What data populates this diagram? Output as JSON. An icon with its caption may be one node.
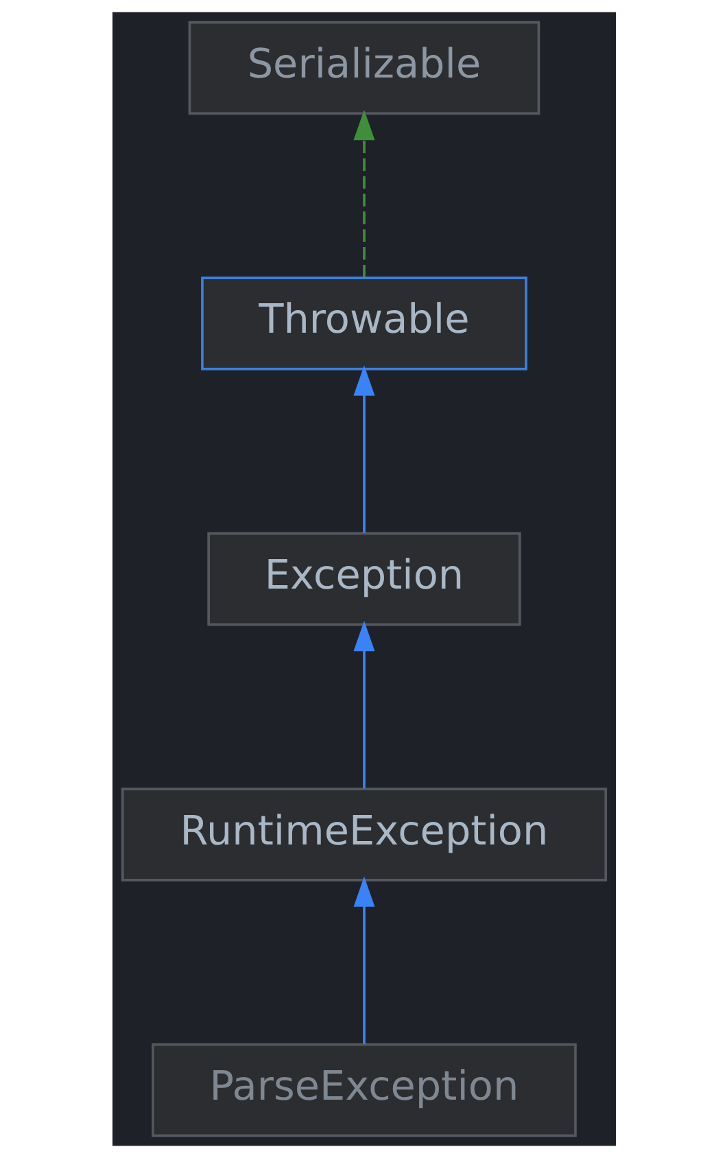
{
  "diagram": {
    "nodes": [
      {
        "text": [
          "Serializable"
        ]
      },
      {
        "text": [
          "Throwable"
        ]
      },
      {
        "text": [
          "Exception"
        ]
      },
      {
        "text": [
          "RuntimeException"
        ]
      },
      {
        "text": [
          "ParseException"
        ]
      }
    ],
    "edges": [
      {
        "from": 1,
        "to": 0,
        "arrow": "to",
        "style": "dashed",
        "color": "#3f8f3a"
      },
      {
        "from": 2,
        "to": 1,
        "arrow": "to"
      },
      {
        "from": 3,
        "to": 2,
        "arrow": "to"
      },
      {
        "from": 4,
        "to": 3,
        "arrow": "to"
      }
    ]
  }
}
